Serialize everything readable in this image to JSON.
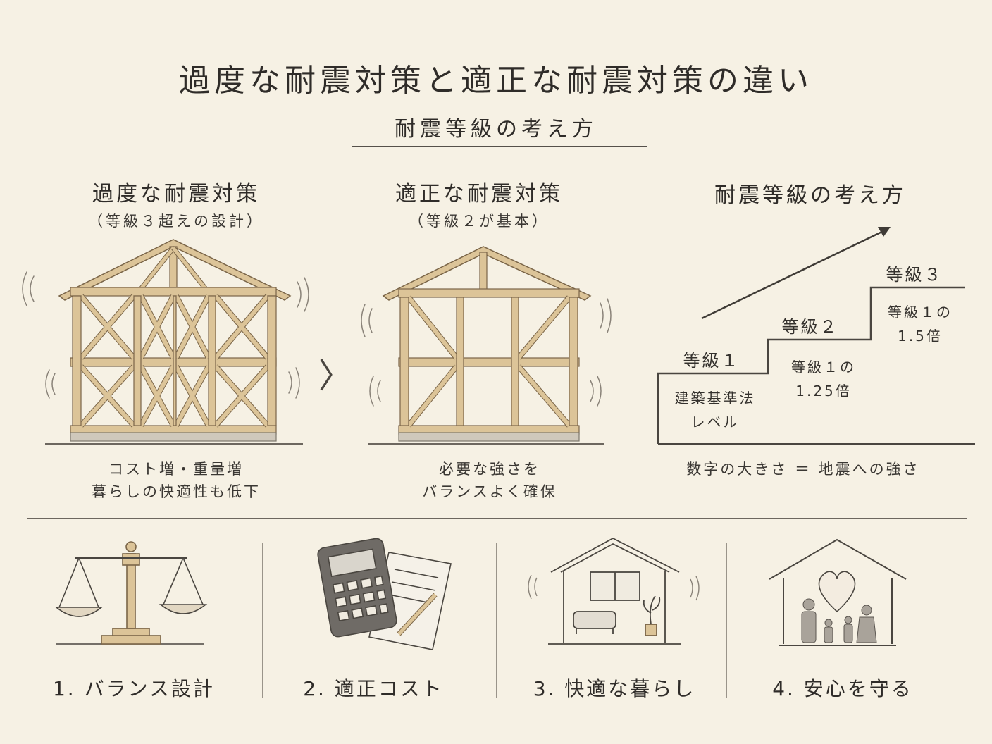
{
  "header": {
    "title": "過度な耐震対策と適正な耐震対策の違い",
    "subtitle": "耐震等級の考え方"
  },
  "left": {
    "heading": "過度な耐震対策",
    "subheading": "（等級３超えの設計）",
    "caption_line1": "コスト増・重量増",
    "caption_line2": "暮らしの快適性も低下"
  },
  "middle": {
    "heading": "適正な耐震対策",
    "subheading": "（等級２が基本）",
    "caption_line1": "必要な強さを",
    "caption_line2": "バランスよく確保"
  },
  "right": {
    "heading": "耐震等級の考え方",
    "steps": [
      {
        "label": "等級１",
        "line1": "建築基準法",
        "line2": "レベル"
      },
      {
        "label": "等級２",
        "line1": "等級１の",
        "line2": "1.25倍"
      },
      {
        "label": "等級３",
        "line1": "等級１の",
        "line2": "1.5倍"
      }
    ],
    "caption": "数字の大きさ ＝ 地震への強さ"
  },
  "arrow_glyph": "〉",
  "items": [
    {
      "label": "1. バランス設計",
      "icon": "balance-scale-icon"
    },
    {
      "label": "2. 適正コスト",
      "icon": "calculator-icon"
    },
    {
      "label": "3. 快適な暮らし",
      "icon": "comfortable-home-icon"
    },
    {
      "label": "4. 安心を守る",
      "icon": "family-home-icon"
    }
  ],
  "colors": {
    "background": "#f6f1e4",
    "wood": "#dcc498",
    "wood_edge": "#7a6548",
    "ink": "#3a3733"
  }
}
